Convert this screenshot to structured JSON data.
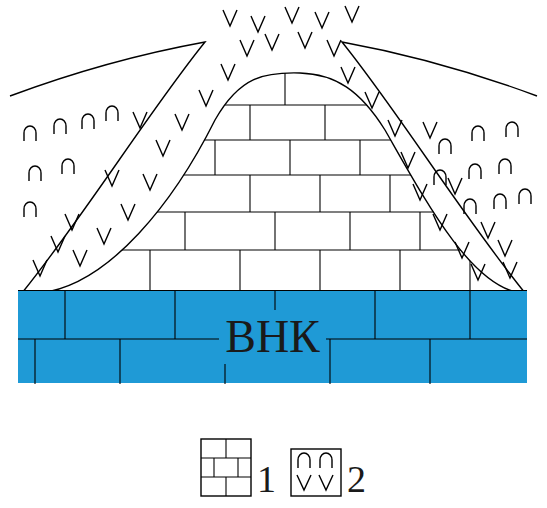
{
  "diagram": {
    "nodes": [
      {
        "text": [
          "ВНК"
        ]
      }
    ],
    "legend": [
      {
        "text": "1"
      },
      {
        "text": "2"
      }
    ]
  }
}
